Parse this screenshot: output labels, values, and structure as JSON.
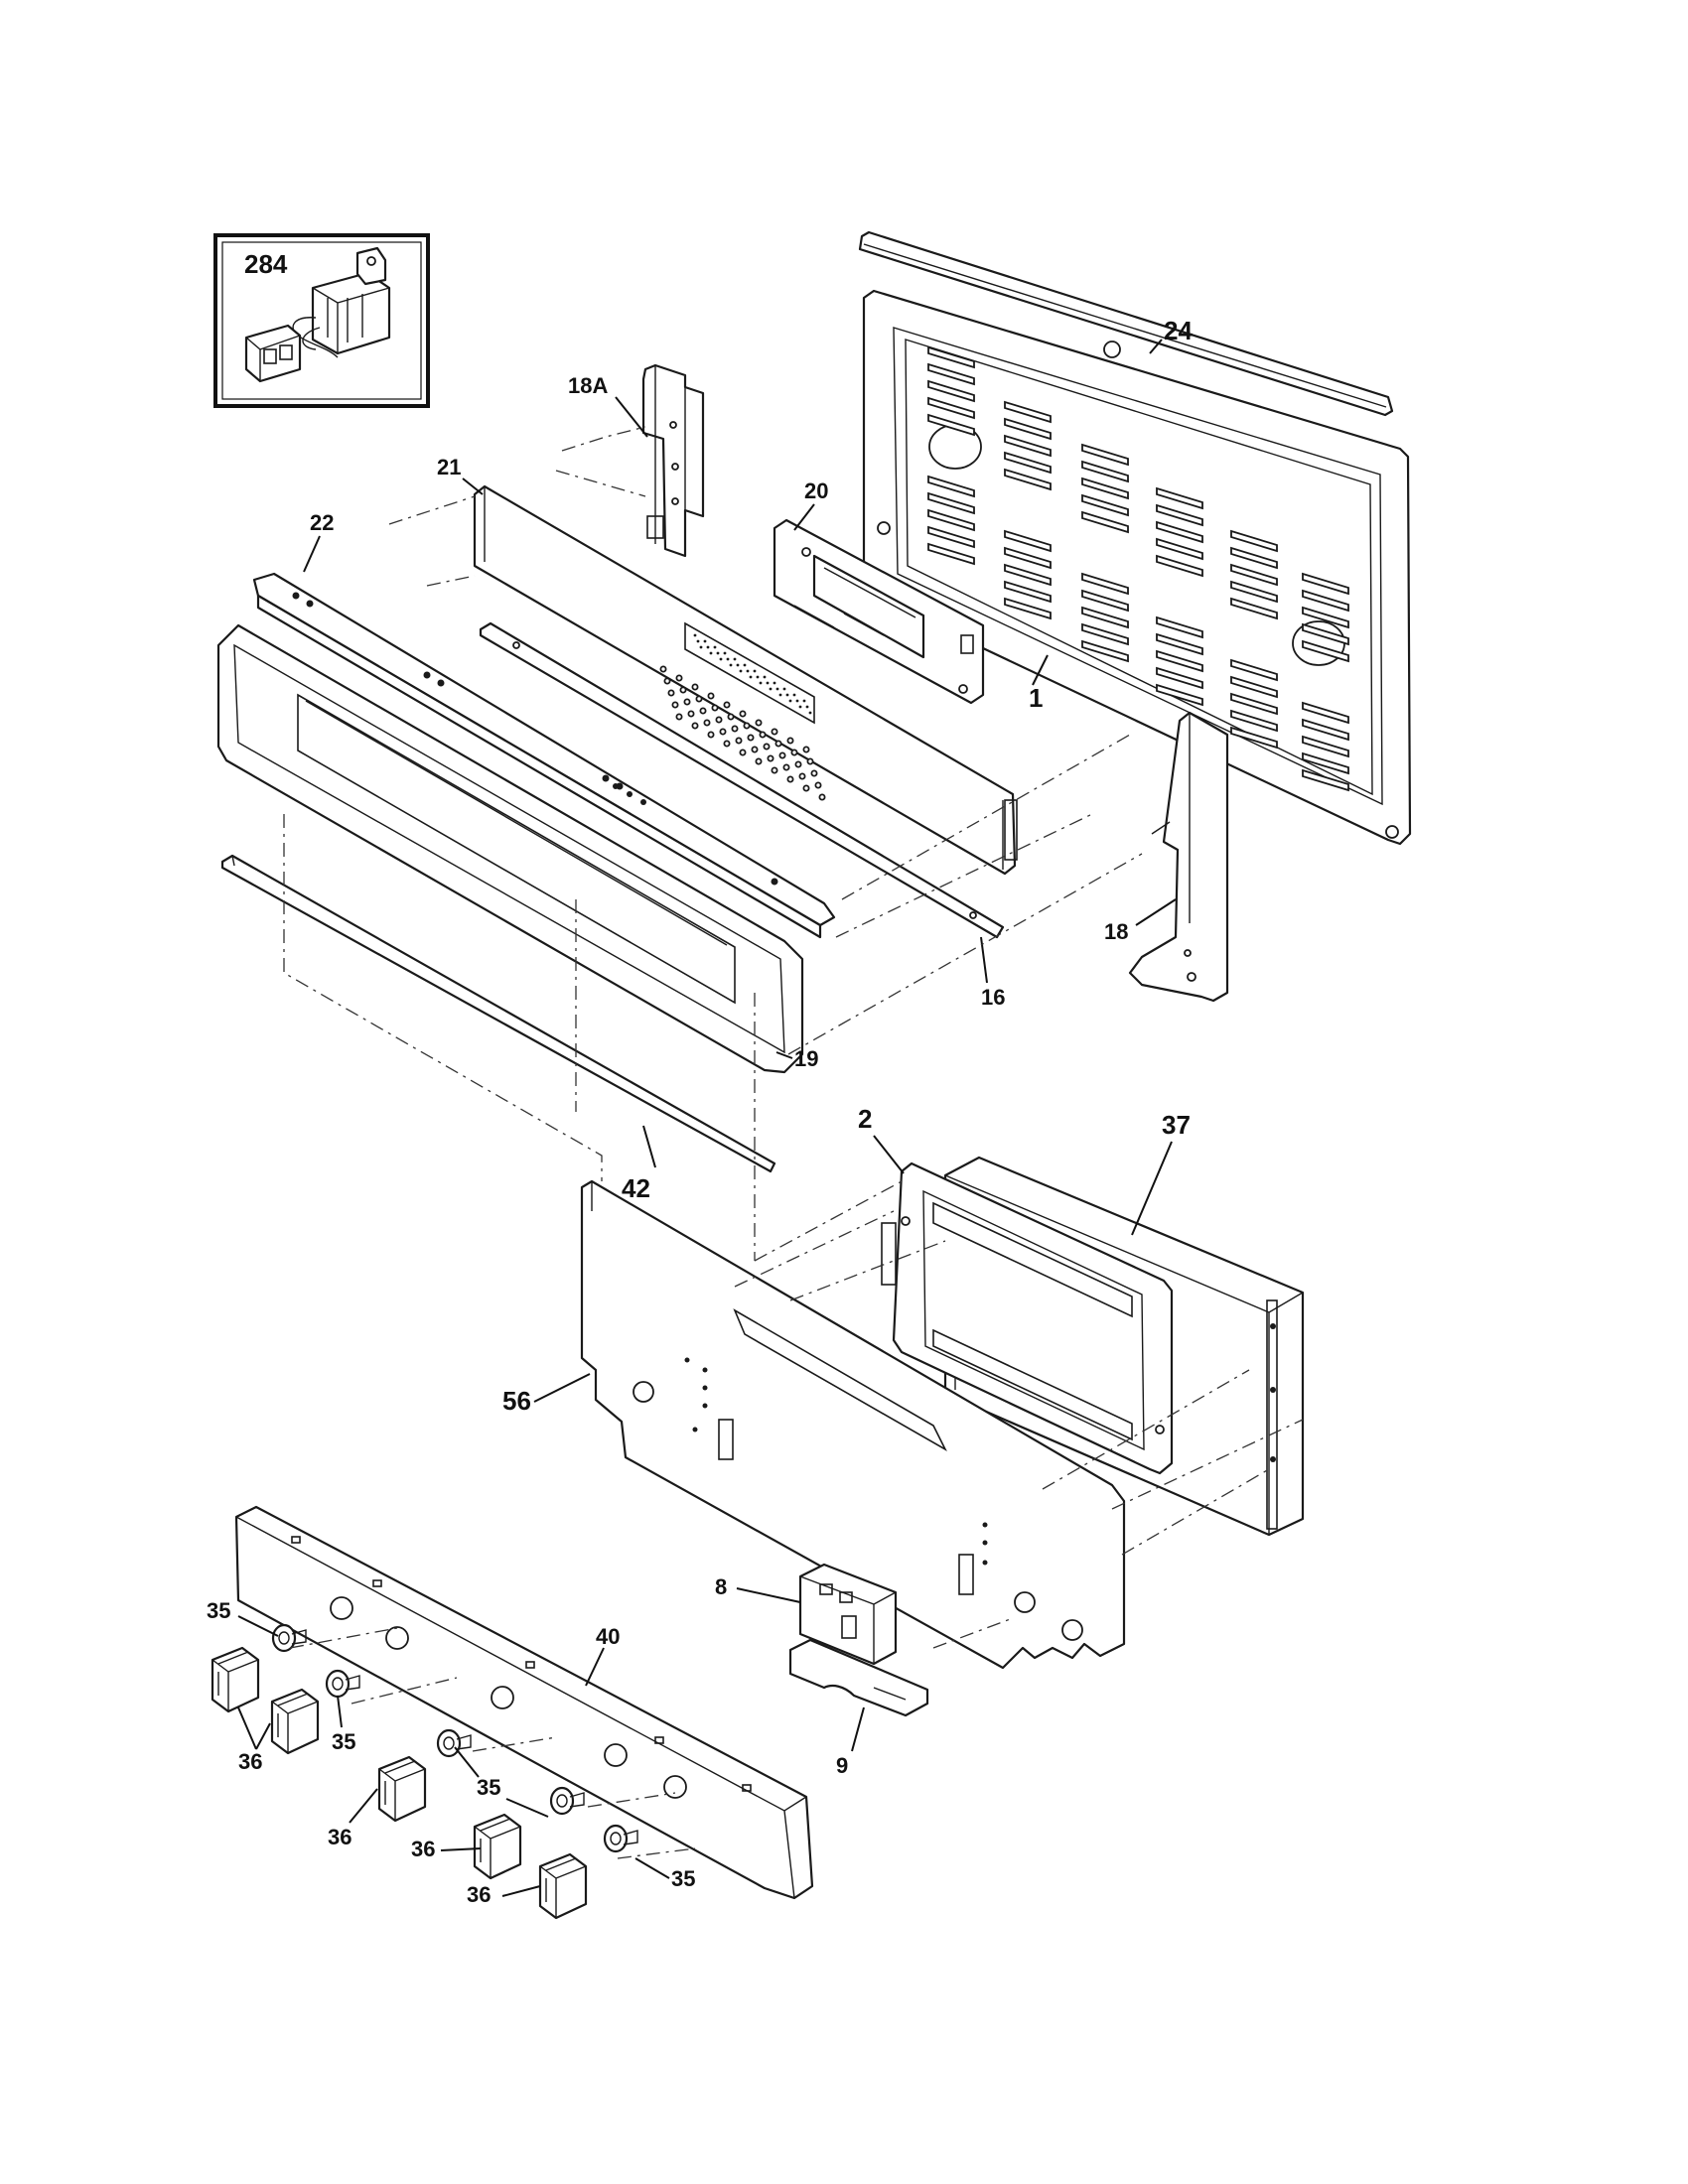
{
  "callouts": {
    "c284": "284",
    "c24": "24",
    "c18a": "18A",
    "c21": "21",
    "c20": "20",
    "c22": "22",
    "c1": "1",
    "c18": "18",
    "c16": "16",
    "c19": "19",
    "c42": "42",
    "c37": "37",
    "c2": "2",
    "c56": "56",
    "c8": "8",
    "c9": "9",
    "c40": "40",
    "c35a": "35",
    "c35b": "35",
    "c35c": "35",
    "c35d": "35",
    "c36a": "36",
    "c36b": "36",
    "c36c": "36",
    "c36d": "36"
  }
}
